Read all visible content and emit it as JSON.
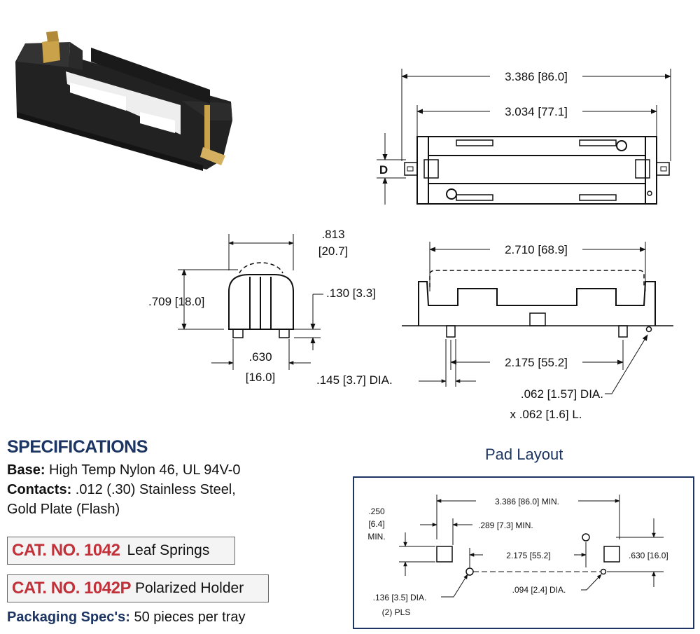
{
  "top_view": {
    "overall_length": "3.386 [86.0]",
    "inner_length": "3.034 [77.1]",
    "d_label": "D"
  },
  "end_view": {
    "width": ".813",
    "width_mm": "[20.7]",
    "height": ".709 [18.0]",
    "pin_length": ".130 [3.3]",
    "pin_spacing": ".630",
    "pin_spacing_mm": "[16.0]",
    "pin_dia": ".145 [3.7] DIA."
  },
  "side_view": {
    "span": "2.710 [68.9]",
    "pin_pitch": "2.175 [55.2]",
    "peg_dia": ".062 [1.57] DIA.",
    "peg_len": "x .062 [1.6] L."
  },
  "specifications": {
    "title": "SPECIFICATIONS",
    "base_label": "Base:",
    "base_value": "High Temp Nylon 46, UL 94V-0",
    "contacts_label": "Contacts:",
    "contacts_value": ".012 (.30) Stainless Steel,",
    "contacts_value2": "Gold Plate (Flash)",
    "cat1_no": "CAT. NO. 1042",
    "cat1_desc": "Leaf Springs",
    "cat2_no": "CAT. NO. 1042P",
    "cat2_desc": "Polarized Holder",
    "packaging_label": "Packaging Spec's:",
    "packaging_value": "50 pieces per tray"
  },
  "pad_layout": {
    "title": "Pad Layout",
    "overall": "3.386 [86.0] MIN.",
    "pad_w_line1": ".250",
    "pad_w_line2": "[6.4]",
    "pad_w_line3": "MIN.",
    "pad_gap": ".289 [7.3] MIN.",
    "pitch": "2.175 [55.2]",
    "row_spacing": ".630 [16.0]",
    "hole_large_line1": ".136 [3.5] DIA.",
    "hole_large_line2": "(2) PLS",
    "hole_small": ".094 [2.4] DIA."
  },
  "colors": {
    "navy": "#1c3563",
    "cat_red": "#c1313a",
    "holder_black": "#1e1e1e",
    "contact_gold": "#c9a24a"
  }
}
